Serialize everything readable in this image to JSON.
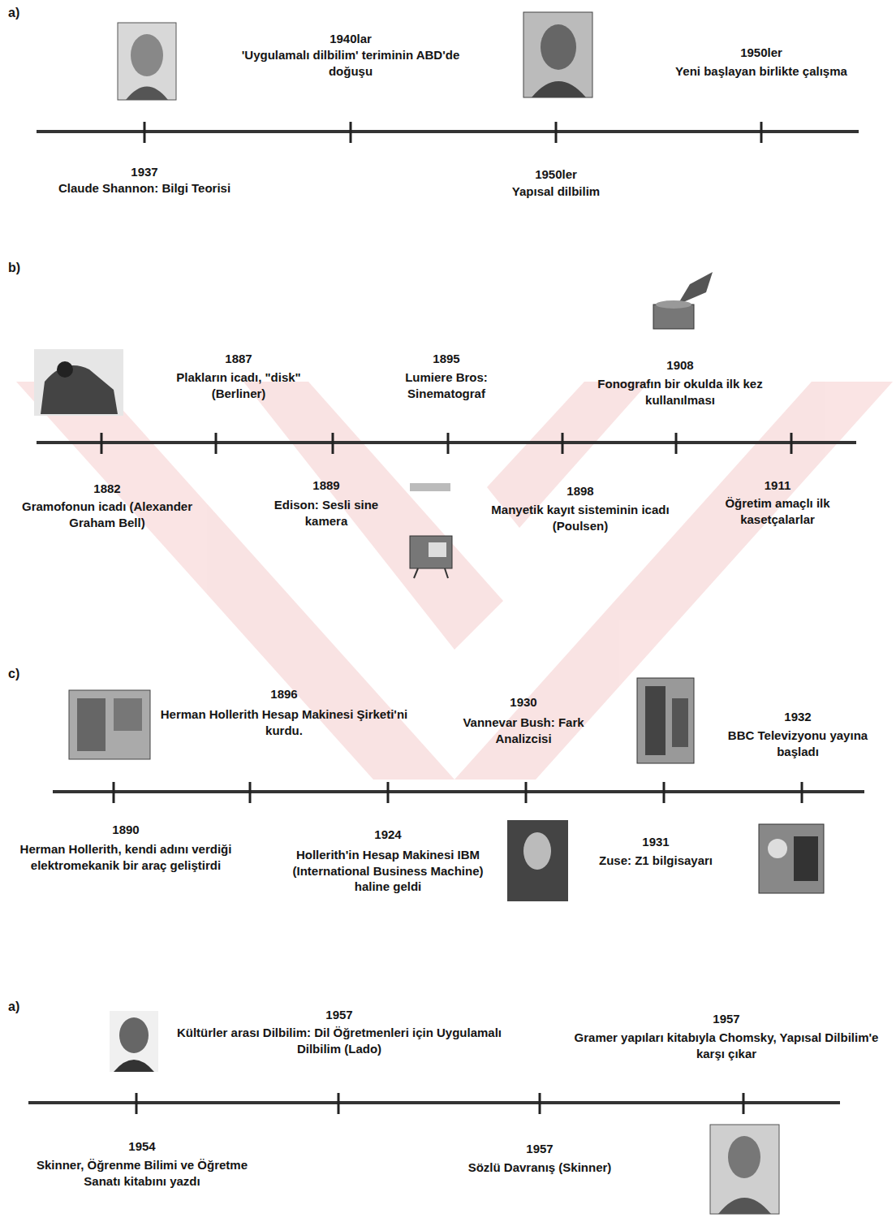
{
  "diagram": {
    "labels": [
      "a)",
      "1940lar",
      "'Uygulamalı dilbilim' teriminin ABD'de doğuşu",
      "1950ler",
      "Yeni başlayan birlikte çalışma",
      "1937",
      "Claude Shannon: Bilgi Teorisi",
      "1950ler",
      "Yapısal dilbilim",
      "b)",
      "1887",
      "Plakların icadı, \"disk\" (Berliner)",
      "1895",
      "Lumiere Bros: Sinematograf",
      "1908",
      "Fonografın bir okulda ilk kez kullanılması",
      "1882",
      "Gramofonun icadı (Alexander Graham Bell)",
      "1889",
      "Edison: Sesli sine kamera",
      "1898",
      "Manyetik kayıt sisteminin icadı (Poulsen)",
      "1911",
      "Öğretim amaçlı ilk kasetçalarlar",
      "c)",
      "1896",
      "Herman Hollerith Hesap Makinesi Şirketi'ni kurdu.",
      "1930",
      "Vannevar Bush: Fark Analizcisi",
      "1932",
      "BBC Televizyonu yayına başladı",
      "1890",
      "Herman Hollerith, kendi adını verdiği elektromekanik bir araç geliştirdi",
      "1924",
      "Hollerith'in Hesap Makinesi IBM (International Business Machine) haline geldi",
      "1931",
      "Zuse: Z1 bilgisayarı",
      "a)",
      "1957",
      "Kültürler arası Dilbilim: Dil Öğretmenleri için Uygulamalı Dilbilim (Lado)",
      "1957",
      "Gramer yapıları kitabıyla Chomsky, Yapısal Dilbilim'e karşı çıkar",
      "1954",
      "Skinner, Öğrenme Bilimi ve Öğretme Sanatı kitabını yazdı",
      "1957",
      "Sözlü Davranış (Skinner)"
    ]
  }
}
